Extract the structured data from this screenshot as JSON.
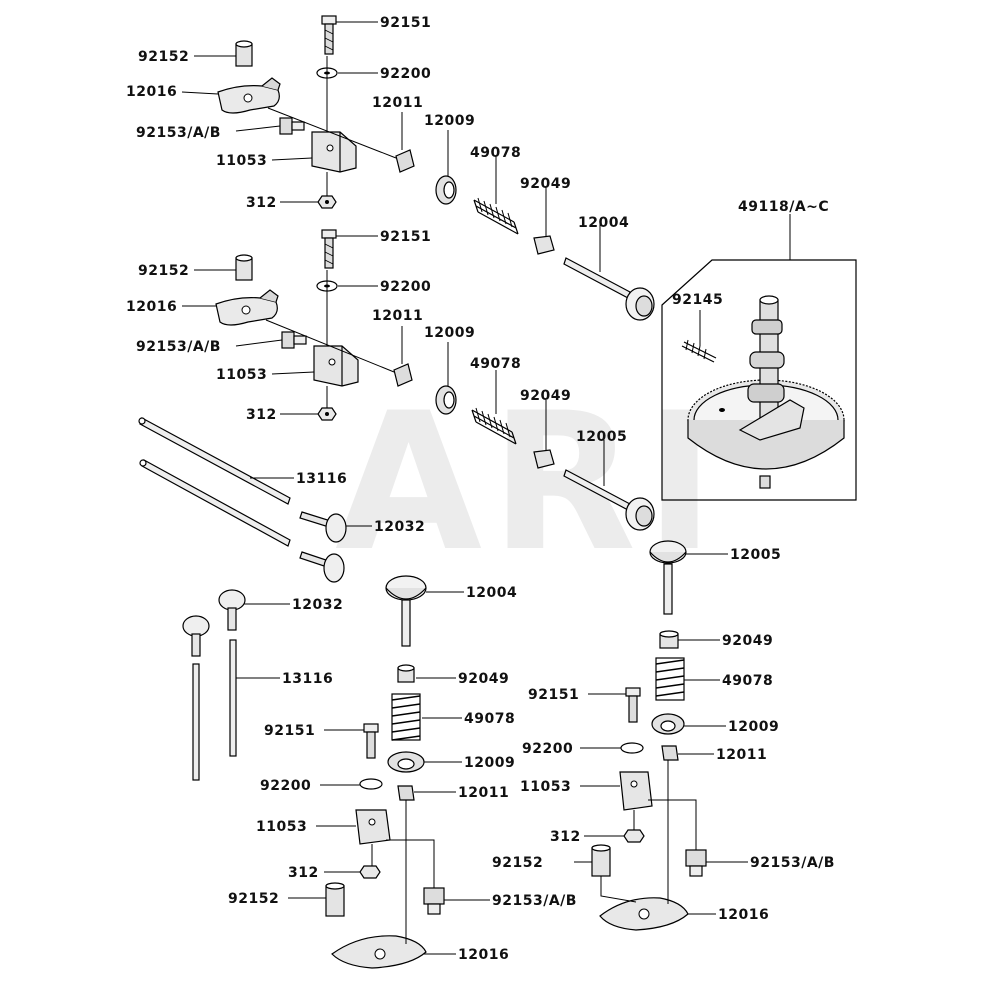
{
  "watermark": {
    "text": "ARI"
  },
  "labels": {
    "a1": "92151",
    "a2": "92152",
    "a3": "92200",
    "a4": "12016",
    "a5": "12011",
    "a6": "92153/A/B",
    "a7": "12009",
    "a8": "11053",
    "a9": "49078",
    "a10": "312",
    "a11": "92049",
    "a12": "12004",
    "a13": "49118/A~C",
    "b1": "92151",
    "b2": "92152",
    "b3": "92200",
    "b4": "12016",
    "b5": "12011",
    "b6": "92153/A/B",
    "b7": "12009",
    "b8": "49078",
    "b9": "11053",
    "b10": "312",
    "b11": "92049",
    "b12": "12005",
    "c1": "92145",
    "d1": "13116",
    "d2": "12032",
    "d3": "12005",
    "d4": "12004",
    "d5": "12032",
    "d6": "13116",
    "e1": "92049",
    "e2": "49078",
    "e3": "92151",
    "e4": "12009",
    "e5": "92200",
    "e6": "12011",
    "e7": "11053",
    "e8": "312",
    "e9": "92152",
    "e10": "92153/A/B",
    "e11": "12016",
    "f1": "92049",
    "f2": "49078",
    "f3": "92151",
    "f4": "12009",
    "f5": "92200",
    "f6": "12011",
    "f7": "11053",
    "f8": "312",
    "f9": "92153/A/B",
    "f10": "92152",
    "f11": "12016"
  }
}
